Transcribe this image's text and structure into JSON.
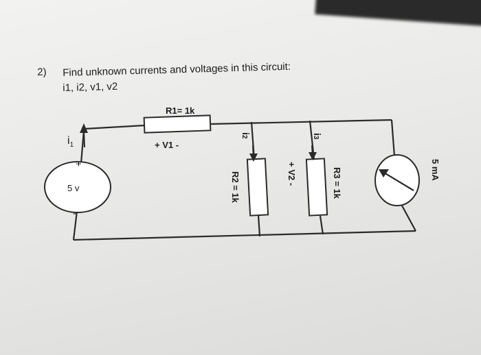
{
  "question": {
    "number": "2)",
    "line1": "Find unknown currents and voltages in this circuit:",
    "line2": "i1, i2, v1, v2"
  },
  "circuit": {
    "r1_label": "R1= 1k",
    "v1_label": "+ V1 -",
    "r2_label": "R2 = 1k",
    "r3_label": "R3 = 1k",
    "v2_label": "+ V2 -",
    "source_voltage": "5 v",
    "source_plus": "+",
    "source_minus": "-",
    "current_source": "5 mA",
    "i1_base": "i",
    "i1_sub": "1",
    "i2_base": "i",
    "i2_sub": "2",
    "i3_base": "i",
    "i3_sub": "3"
  }
}
